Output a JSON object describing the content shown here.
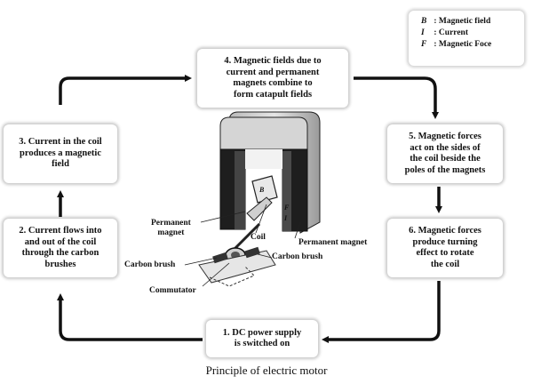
{
  "legend": {
    "rows": [
      {
        "symbol": "B",
        "text": "Magnetic field"
      },
      {
        "symbol": "I",
        "text": "Current"
      },
      {
        "symbol": "F",
        "text": "Magnetic Foce"
      }
    ]
  },
  "steps": {
    "s1": [
      "1. DC power supply",
      "is switched on"
    ],
    "s2": [
      "2. Current flows into",
      "and out of the coil",
      "through the carbon",
      "brushes"
    ],
    "s3": [
      "3. Current in the coil",
      "produces a magnetic",
      "field"
    ],
    "s4": [
      "4. Magnetic fields due to",
      "current and permanent",
      "magnets combine to",
      "form catapult fields"
    ],
    "s5": [
      "5. Magnetic forces",
      "act on the sides of",
      "the coil beside the",
      "poles of the magnets"
    ],
    "s6": [
      "6. Magnetic forces",
      "produce turning",
      "effect to rotate",
      "the coil"
    ]
  },
  "labels": {
    "permanent_magnet_left": [
      "Permanent",
      "magnet"
    ],
    "coil": "Coil",
    "permanent_magnet_right": "Permanent magnet",
    "carbon_brush_right": "Carbon brush",
    "carbon_brush_left": "Carbon brush",
    "commutator": "Commutator",
    "B": "B",
    "F": "F",
    "I": "I"
  },
  "caption": "Principle of electric motor"
}
